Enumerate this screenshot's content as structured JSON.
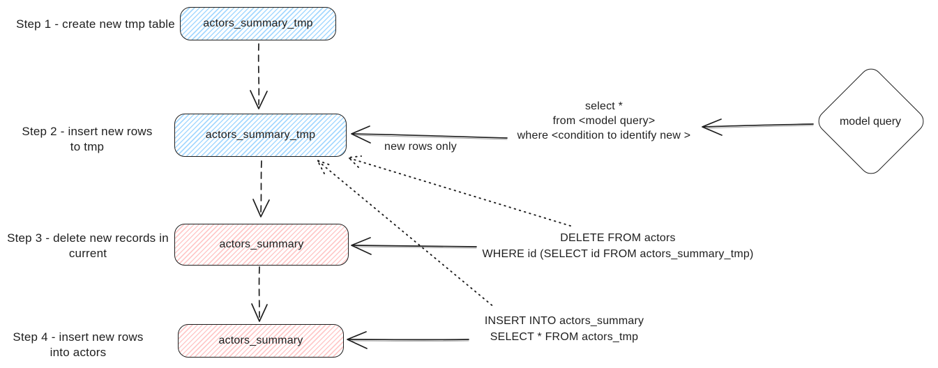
{
  "colors": {
    "stroke": "#1e1e1e",
    "blue_hatch": "#a5d8ff",
    "red_hatch": "#ffc9c9",
    "background": "#ffffff"
  },
  "steps": [
    {
      "label_line1": "Step 1 - create new tmp table",
      "label_line2": "",
      "node_label": "actors_summary_tmp",
      "node_color": "blue"
    },
    {
      "label_line1": "Step 2 - insert new rows",
      "label_line2": "to tmp",
      "node_label": "actors_summary_tmp",
      "node_color": "blue"
    },
    {
      "label_line1": "Step 3 - delete new records in",
      "label_line2": "current",
      "node_label": "actors_summary",
      "node_color": "red"
    },
    {
      "label_line1": "Step 4 - insert new rows",
      "label_line2": "into actors",
      "node_label": "actors_summary",
      "node_color": "red"
    }
  ],
  "annotations": {
    "new_rows_only": "new rows only",
    "select_query": {
      "line1": "select *",
      "line2": "from <model query>",
      "line3": "where <condition to identify new >"
    },
    "delete_query": {
      "line1": "DELETE FROM actors",
      "line2": "WHERE id (SELECT id FROM actors_summary_tmp)"
    },
    "insert_query": {
      "line1": "INSERT INTO actors_summary",
      "line2": "SELECT * FROM actors_tmp"
    }
  },
  "shapes": {
    "model_query_label": "model query"
  }
}
